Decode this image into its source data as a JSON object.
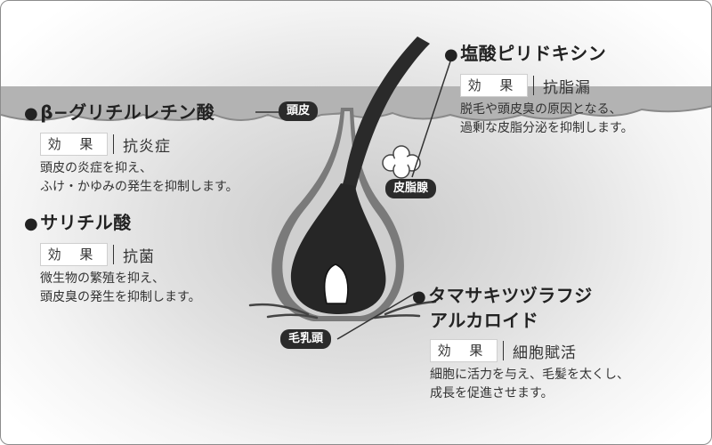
{
  "blocks": {
    "glycyrrhetinic": {
      "title": "β−グリチルレチン酸",
      "effect_label": "効 果",
      "effect_value": "抗炎症",
      "description": "頭皮の炎症を抑え、\nふけ・かゆみの発生を抑制します。"
    },
    "salicylic": {
      "title": "サリチル酸",
      "effect_label": "効 果",
      "effect_value": "抗菌",
      "description": "微生物の繁殖を抑え、\n頭皮臭の発生を抑制します。"
    },
    "pyridoxine": {
      "title": "塩酸ピリドキシン",
      "effect_label": "効 果",
      "effect_value": "抗脂漏",
      "description": "脱毛や頭皮臭の原因となる、\n過剰な皮脂分泌を抑制します。"
    },
    "cepharanthine": {
      "title_line1": "タマサキツヅラフジ",
      "title_line2": "アルカロイド",
      "effect_label": "効 果",
      "effect_value": "細胞賦活",
      "description": "細胞に活力を与え、毛髪を太くし、\n成長を促進させます。"
    }
  },
  "tags": {
    "scalp": "頭皮",
    "sebaceous_gland": "皮脂腺",
    "dermal_papilla": "毛乳頭"
  },
  "bullet": "●",
  "colors": {
    "hair": "#2a2a2a",
    "skin_dark": "#6f6f6f",
    "skin_light": "#d2d2d2",
    "tag_bg": "#2b2b2b"
  }
}
